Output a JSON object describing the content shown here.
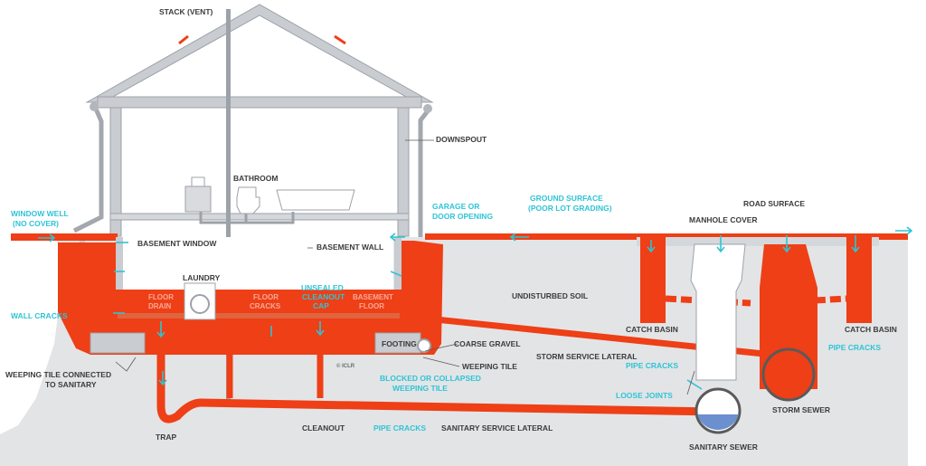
{
  "labels": {
    "stack_vent": "STACK (VENT)",
    "downspout": "DOWNSPOUT",
    "bathroom": "BATHROOM",
    "window_well_1": "WINDOW WELL",
    "window_well_2": "(NO COVER)",
    "basement_window": "BASEMENT WINDOW",
    "basement_wall": "BASEMENT WALL",
    "garage_1": "GARAGE OR",
    "garage_2": "DOOR OPENING",
    "ground_surface_1": "GROUND SURFACE",
    "ground_surface_2": "(POOR LOT GRADING)",
    "road_surface": "ROAD SURFACE",
    "manhole_cover": "MANHOLE COVER",
    "laundry": "LAUNDRY",
    "floor_drain_1": "FLOOR",
    "floor_drain_2": "DRAIN",
    "floor_cracks_1": "FLOOR",
    "floor_cracks_2": "CRACKS",
    "unsealed_1": "UNSEALED",
    "unsealed_2": "CLEANOUT",
    "unsealed_3": "CAP",
    "basement_floor_1": "BASEMENT",
    "basement_floor_2": "FLOOR",
    "wall_cracks": "WALL CRACKS",
    "undisturbed_soil": "UNDISTURBED SOIL",
    "catch_basin_left": "CATCH BASIN",
    "catch_basin_right": "CATCH BASIN",
    "footing": "FOOTING",
    "coarse_gravel": "COARSE GRAVEL",
    "storm_service_lateral": "STORM SERVICE LATERAL",
    "pipe_cracks_storm": "PIPE CRACKS",
    "pipe_cracks_right": "PIPE CRACKS",
    "weeping_tile": "WEEPING TILE",
    "weeping_connected_1": "WEEPING TILE CONNECTED",
    "weeping_connected_2": "TO SANITARY",
    "blocked_1": "BLOCKED OR COLLAPSED",
    "blocked_2": "WEEPING TILE",
    "loose_joints": "LOOSE JOINTS",
    "storm_sewer": "STORM SEWER",
    "cleanout": "CLEANOUT",
    "pipe_cracks_sanitary": "PIPE CRACKS",
    "sanitary_service_lateral": "SANITARY SERVICE LATERAL",
    "trap": "TRAP",
    "sanitary_sewer": "SANITARY SEWER",
    "copyright": "© ICLR"
  },
  "colors": {
    "water": "#ee3f16",
    "annotation": "#2ec4d6",
    "soil": "#e3e4e6",
    "structure": "#c9ccd1"
  }
}
